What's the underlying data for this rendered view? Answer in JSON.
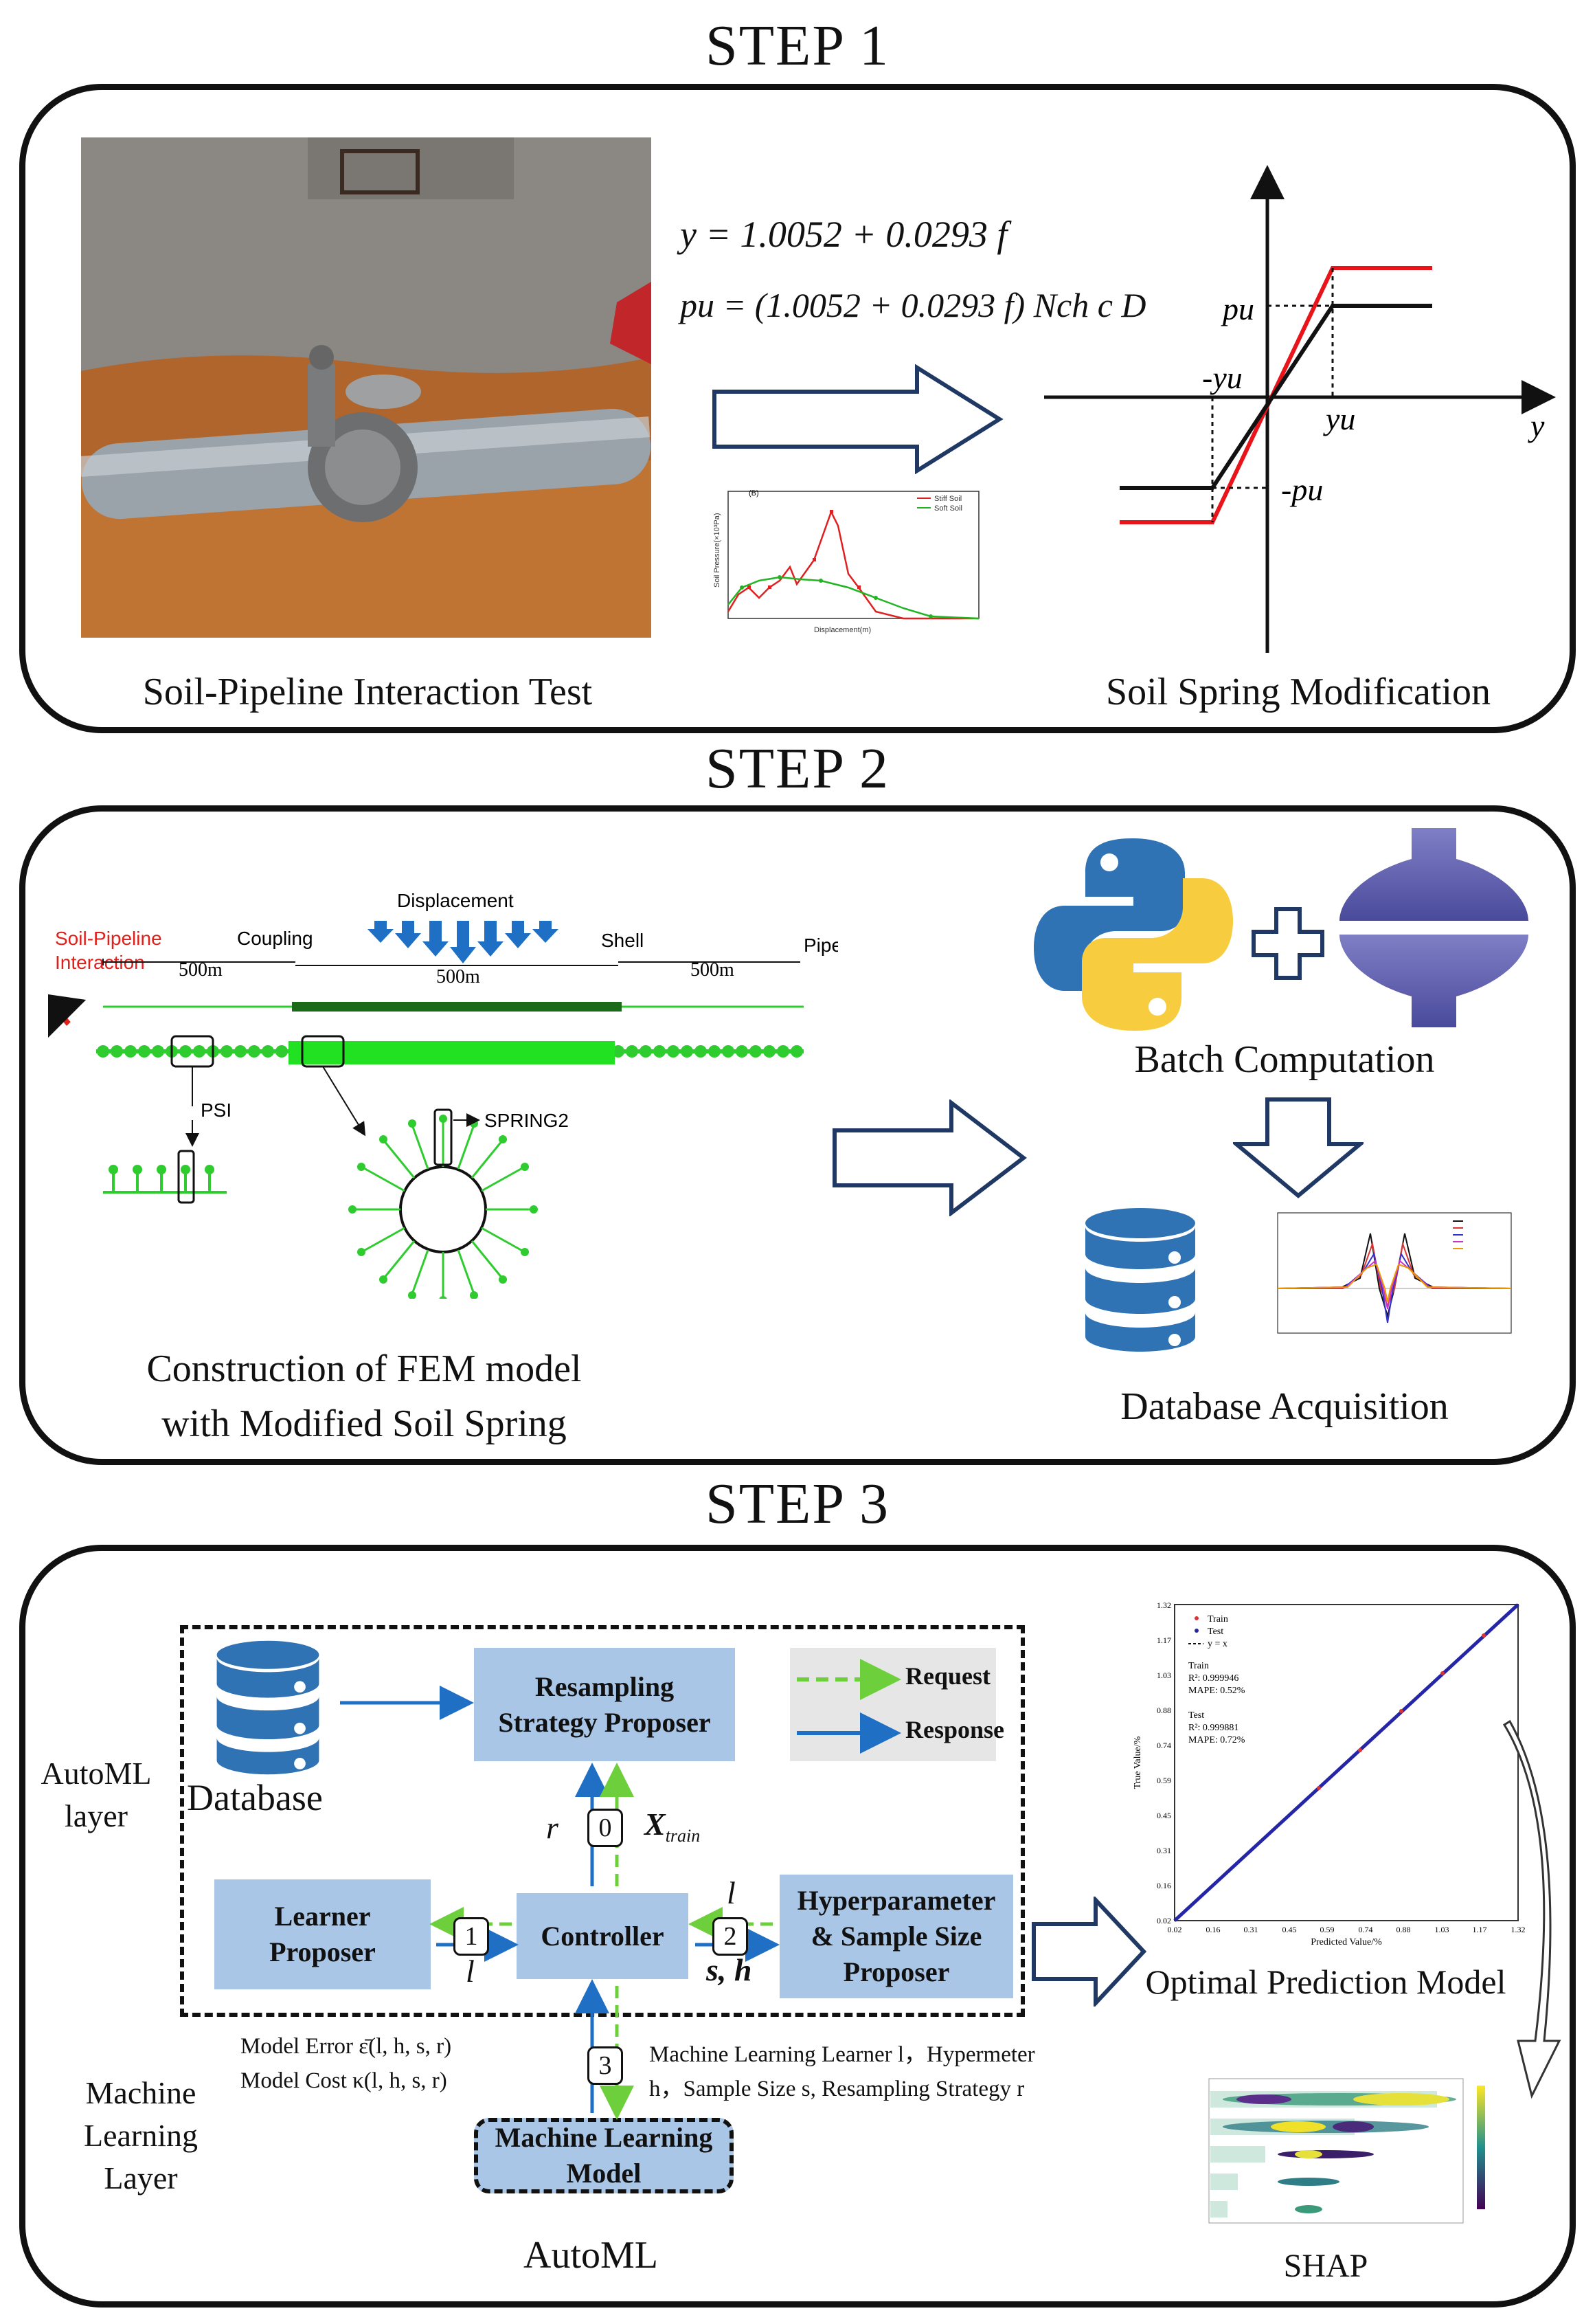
{
  "steps": {
    "step1": "STEP 1",
    "step2": "STEP 2",
    "step3": "STEP 3"
  },
  "step1": {
    "caption_left": "Soil-Pipeline Interaction Test",
    "caption_right": "Soil Spring Modification",
    "eq1": "y = 1.0052 + 0.0293 f",
    "eq2": "pu = (1.0052 + 0.0293 f) Nch c D",
    "graph_labels": {
      "pu": "pu",
      "neg_yu": "-yu",
      "yu": "yu",
      "y": "y",
      "neg_pu": "-pu"
    },
    "mini_chart": {
      "panel_label": "(B)",
      "ylabel": "Soil Pressure(×10³Pa)",
      "xlabel": "Displacement(m)",
      "legend": [
        "Stiff Soil",
        "Soft Soil"
      ]
    }
  },
  "step2": {
    "caption_left_line1": "Construction of FEM model",
    "caption_left_line2": "with Modified Soil Spring",
    "caption_batch": "Batch Computation",
    "caption_db": "Database Acquisition",
    "labels": {
      "soil_pipeline_1": "Soil-Pipeline",
      "soil_pipeline_2": "Interaction",
      "coupling": "Coupling",
      "displacement": "Displacement",
      "shell": "Shell",
      "pipe": "Pipe",
      "len_left": "500m",
      "len_mid": "500m",
      "len_right": "500m",
      "psi": "PSI",
      "spring2": "SPRING2"
    }
  },
  "step3": {
    "automl_layer_1": "AutoML",
    "automl_layer_2": "layer",
    "ml_layer_1": "Machine",
    "ml_layer_2": "Learning",
    "ml_layer_3": "Layer",
    "database": "Database",
    "resampling_1": "Resampling",
    "resampling_2": "Strategy Proposer",
    "learner_1": "Learner",
    "learner_2": "Proposer",
    "controller": "Controller",
    "hyper_1": "Hyperparameter",
    "hyper_2": "& Sample Size",
    "hyper_3": "Proposer",
    "ml_model_1": "Machine Learning",
    "ml_model_2": "Model",
    "request": "Request",
    "response": "Response",
    "r": "r",
    "x_train": "X",
    "x_train_sub": "train",
    "l_top": "l",
    "l_bottom": "l",
    "s_h": "s, h",
    "n0": "0",
    "n1": "1",
    "n2": "2",
    "n3": "3",
    "model_error": "Model Error ε̄(l, h, s, r)",
    "model_cost": "Model Cost  κ(l, h, s, r)",
    "ml_text_1": "Machine Learning Learner l，Hypermeter",
    "ml_text_2": "h，Sample Size s, Resampling Strategy r",
    "caption_automl": "AutoML",
    "caption_optimal": "Optimal Prediction Model",
    "caption_shap": "SHAP",
    "scatter": {
      "legend_train": "Train",
      "legend_test": "Test",
      "legend_yx": "y = x",
      "train_label": "Train",
      "train_r2": "R²: 0.999946",
      "train_mape": "MAPE: 0.52%",
      "test_label": "Test",
      "test_r2": "R²: 0.999881",
      "test_mape": "MAPE: 0.72%",
      "ylabel": "True Value/%",
      "xlabel": "Predicted Value/%",
      "ticks": [
        "0.02",
        "0.16",
        "0.31",
        "0.45",
        "0.59",
        "0.74",
        "0.88",
        "1.03",
        "1.17",
        "1.32"
      ]
    }
  }
}
